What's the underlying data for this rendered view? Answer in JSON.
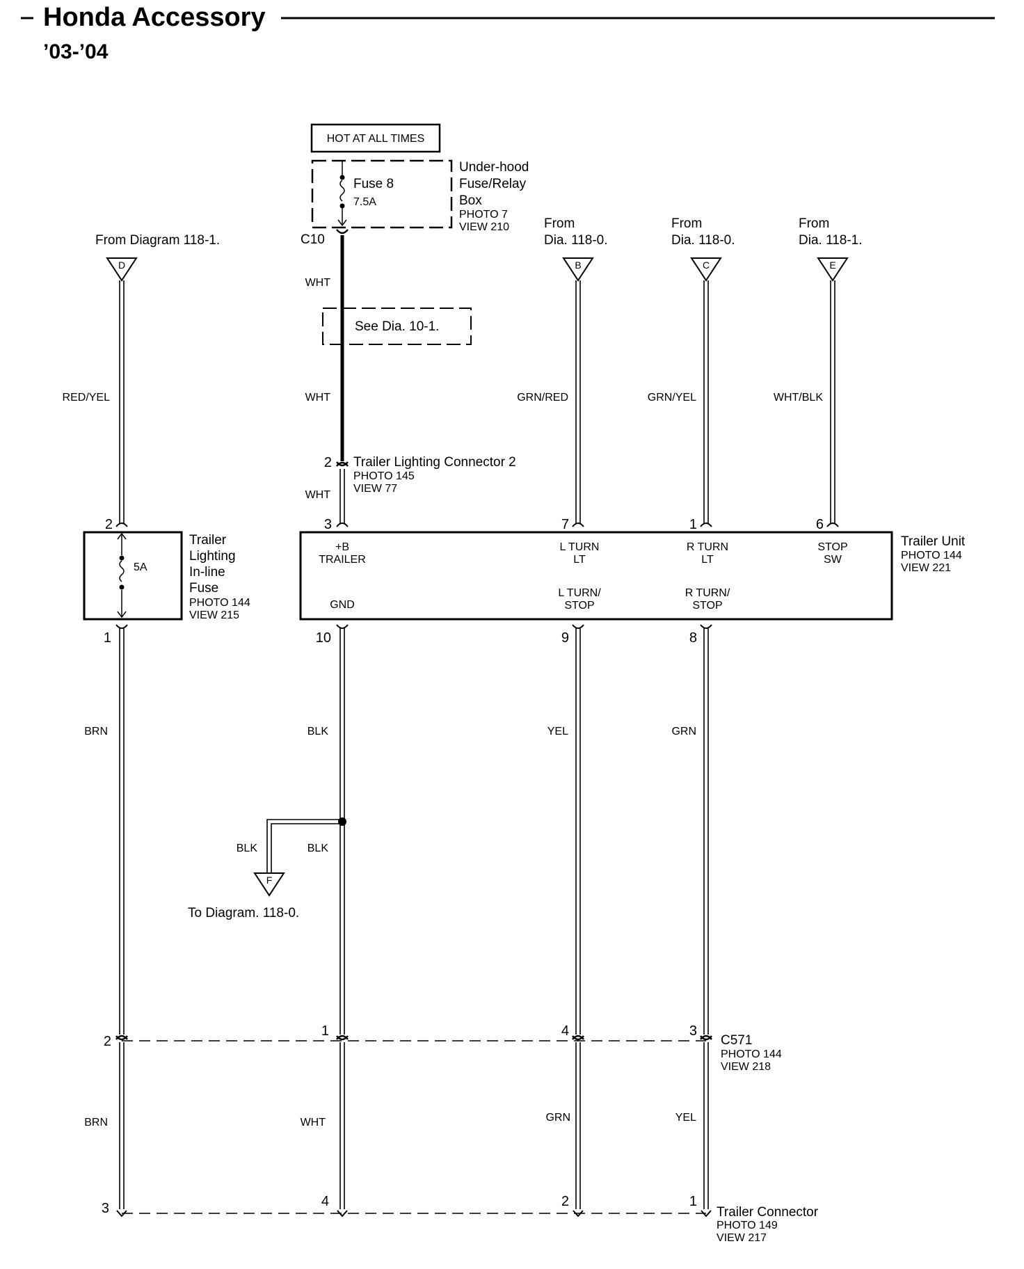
{
  "header": {
    "title": "Honda Accessory",
    "years": "’03-’04"
  },
  "diagram": {
    "power": {
      "label": "HOT AT ALL TIMES",
      "fuse_name": "Fuse 8",
      "fuse_rating": "7.5A",
      "box_name": [
        "Under-hood",
        "Fuse/Relay",
        "Box"
      ],
      "box_photo": "PHOTO 7",
      "box_view": "VIEW 210",
      "connector": "C10"
    },
    "sources": [
      {
        "letter": "D",
        "label": [
          "From Diagram 118-1."
        ]
      },
      {
        "letter": "B",
        "label": [
          "From",
          "Dia. 118-0."
        ]
      },
      {
        "letter": "C",
        "label": [
          "From",
          "Dia. 118-0."
        ]
      },
      {
        "letter": "E",
        "label": [
          "From",
          "Dia. 118-1."
        ]
      }
    ],
    "see_ref": "See Dia. 10-1.",
    "wires_upper": {
      "d": "RED/YEL",
      "c10_1": "WHT",
      "c10_2": "WHT",
      "c10_3": "WHT",
      "b": "GRN/RED",
      "c": "GRN/YEL",
      "e": "WHT/BLK"
    },
    "tlc2": {
      "pin": "2",
      "name": "Trailer Lighting Connector 2",
      "photo": "PHOTO 145",
      "view": "VIEW 77"
    },
    "inline_fuse": {
      "name": [
        "Trailer",
        "Lighting",
        "In-line",
        "Fuse"
      ],
      "rating": "5A",
      "photo": "PHOTO 144",
      "view": "VIEW 215",
      "pin_top": "2",
      "pin_bottom": "1"
    },
    "trailer_unit": {
      "name": "Trailer Unit",
      "photo": "PHOTO 144",
      "view": "VIEW 221",
      "pins_top": [
        "3",
        "7",
        "1",
        "6"
      ],
      "pins_bottom": [
        "10",
        "9",
        "8"
      ],
      "terminals": {
        "b_trailer": [
          "+B",
          "TRAILER"
        ],
        "l_turn_lt": [
          "L TURN",
          "LT"
        ],
        "r_turn_lt": [
          "R TURN",
          "LT"
        ],
        "stop_sw": [
          "STOP",
          "SW"
        ],
        "gnd": "GND",
        "l_turn_stop": [
          "L TURN/",
          "STOP"
        ],
        "r_turn_stop": [
          "R TURN/",
          "STOP"
        ]
      }
    },
    "wires_middle": {
      "w1": "BRN",
      "w2": "BLK",
      "w3": "YEL",
      "w4": "GRN",
      "ground_branch": "BLK",
      "ground_main": "BLK"
    },
    "ground": {
      "letter": "F",
      "label": "To Diagram. 118-0."
    },
    "c571": {
      "name": "C571",
      "photo": "PHOTO 144",
      "view": "VIEW 218",
      "pins": [
        "2",
        "1",
        "4",
        "3"
      ]
    },
    "wires_lower": {
      "w1": "BRN",
      "w2": "WHT",
      "w3": "GRN",
      "w4": "YEL"
    },
    "trailer_connector": {
      "name": "Trailer Connector",
      "photo": "PHOTO 149",
      "view": "VIEW 217",
      "pins": [
        "3",
        "4",
        "2",
        "1"
      ]
    }
  }
}
